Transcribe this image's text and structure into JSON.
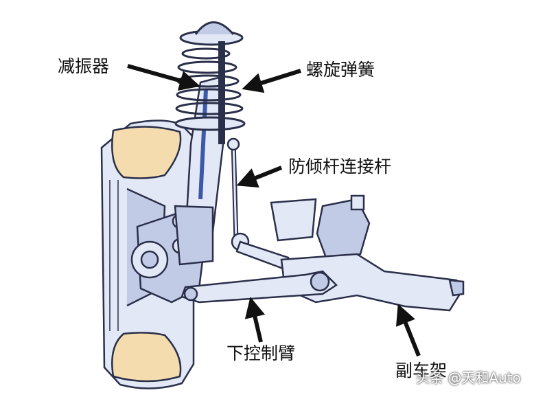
{
  "labels": {
    "shock_absorber": "减振器",
    "coil_spring": "螺旋弹簧",
    "stabilizer_link": "防倾杆连接杆",
    "lower_control_arm": "下控制臂",
    "subframe": "副车架"
  },
  "watermark": "头条 @天和Auto",
  "colors": {
    "part_fill": "#e3e8f7",
    "part_shade": "#c2cbe6",
    "outline": "#2a2f4a",
    "tire_fill": "#f4dcae",
    "arrow": "#111111",
    "background": "#ffffff"
  }
}
